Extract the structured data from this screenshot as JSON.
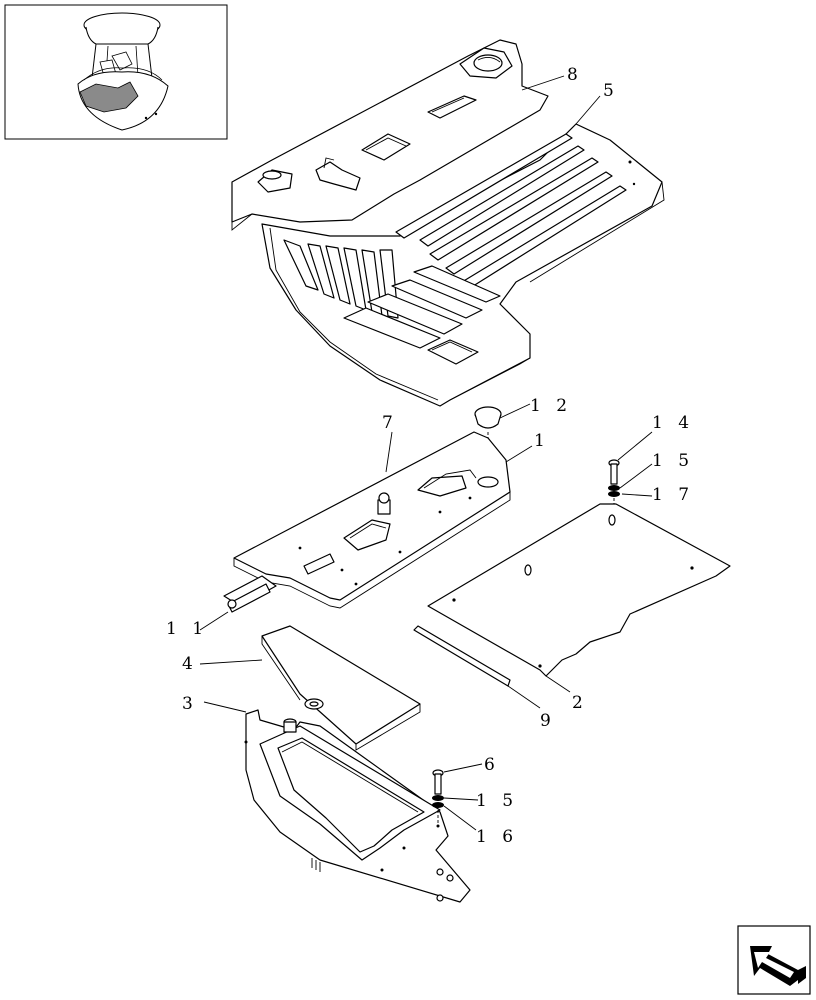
{
  "callouts": {
    "c1": "1",
    "c2": "2",
    "c3": "3",
    "c4": "4",
    "c5": "5",
    "c6": "6",
    "c7": "7",
    "c8": "8",
    "c9": "9",
    "c11": "1 1",
    "c12": "1 2",
    "c14": "1 4",
    "c15a": "1 5",
    "c15b": "1 5",
    "c16": "1 6",
    "c17": "1 7"
  },
  "icons": {
    "thumbnail": "cab-location-thumbnail",
    "navigation": "next-page-arrow-icon"
  }
}
